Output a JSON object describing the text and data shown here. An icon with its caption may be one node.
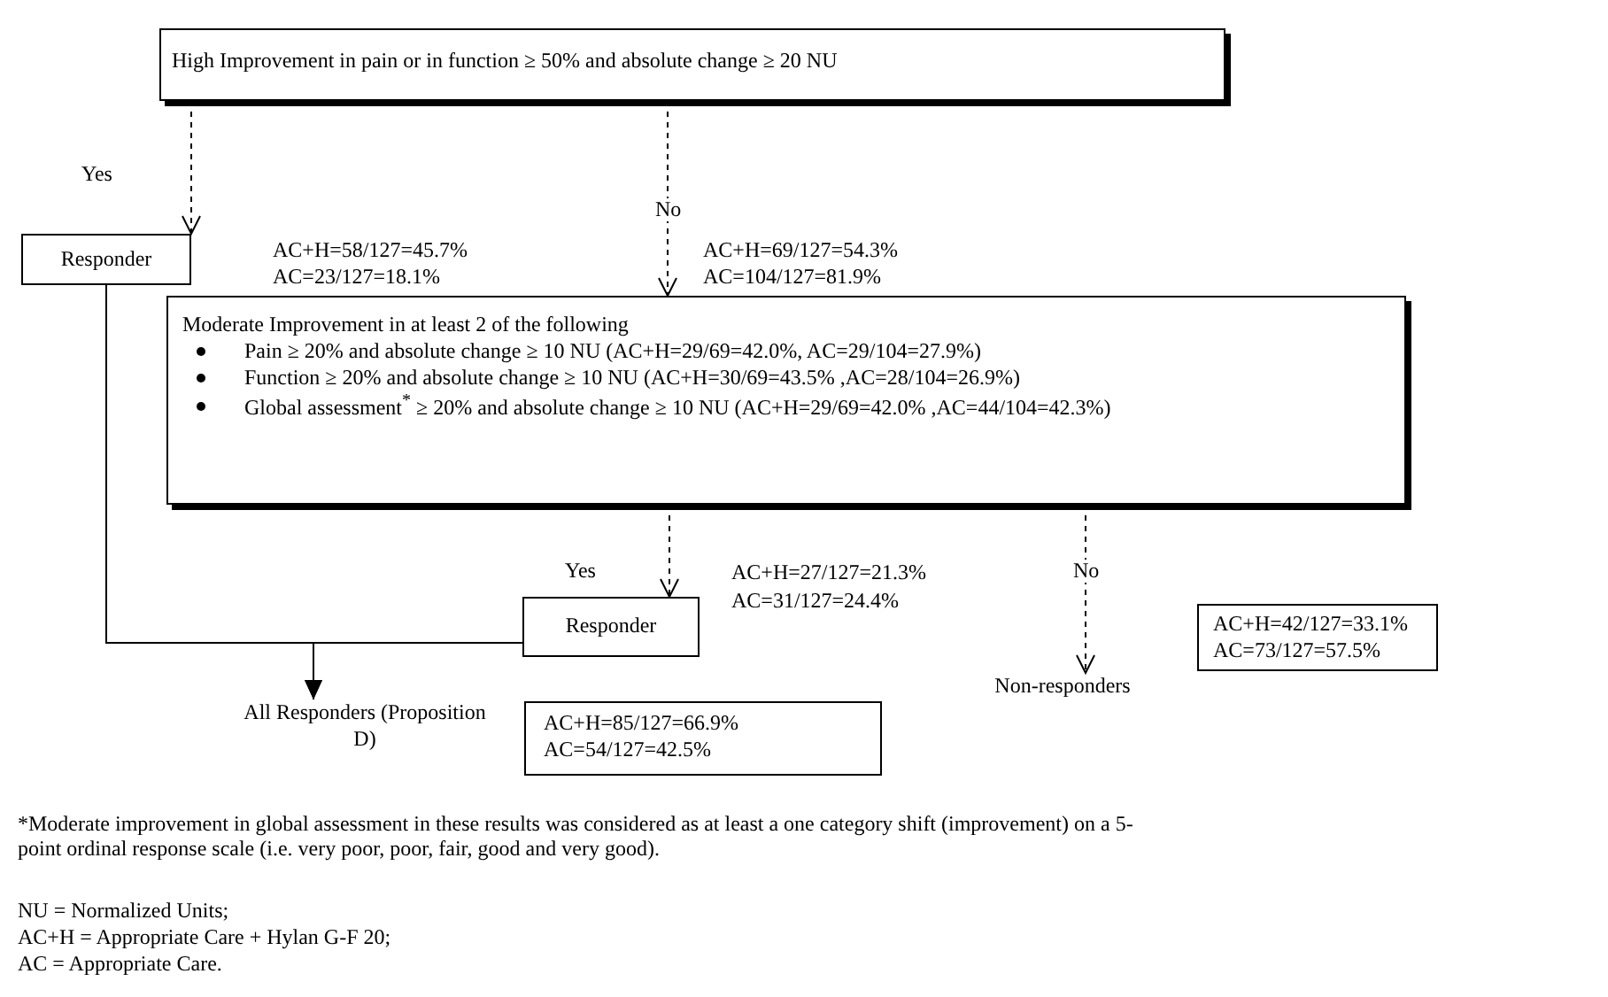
{
  "diagram": {
    "nodes": [
      {
        "text": [
          "High Improvement in pain or in function ≥ 50% and absolute change ≥ 20 NU"
        ]
      },
      {
        "text": [
          "Responder"
        ]
      },
      {
        "text": [
          "Moderate Improvement in at least 2 of the following",
          "Pain ≥ 20% and absolute change ≥ 10 NU (AC+H=29/69=42.0%, AC=29/104=27.9%)",
          "Function ≥ 20% and absolute change ≥ 10 NU (AC+H=30/69=43.5% ,AC=28/104=26.9%)",
          "Global assessment$^{*}$ ≥ 20% and absolute change ≥ 10 NU (AC+H=29/69=42.0% ,AC=44/104=42.3%)"
        ]
      },
      {
        "text": [
          "Responder"
        ]
      },
      {
        "text": [
          "Non-responders"
        ]
      },
      {
        "text": [
          "All Responders (Proposition D)"
        ]
      },
      {
        "text": [
          "AC+H=42/127=33.1%",
          "AC=73/127=57.5%"
        ]
      },
      {
        "text": [
          "AC+H=85/127=66.9%",
          "AC=54/127=42.5%"
        ]
      }
    ],
    "edges": [
      {
        "from": 0,
        "to": 1,
        "arrow": "to",
        "label": "Yes",
        "style": "dashed"
      },
      {
        "from": 0,
        "to": 2,
        "arrow": "to",
        "label": "No",
        "style": "dashed"
      },
      {
        "from": 2,
        "to": 3,
        "arrow": "to",
        "label": "Yes",
        "style": "dashed"
      },
      {
        "from": 2,
        "to": 4,
        "arrow": "to",
        "label": "No",
        "style": "dashed"
      },
      {
        "from": 1,
        "to": 5,
        "arrow": "to"
      },
      {
        "from": 3,
        "to": 5,
        "arrow": "to"
      }
    ],
    "labels": [
      "AC+H=58/127=45.7%",
      "AC=23/127=18.1%",
      "AC+H=69/127=54.3%",
      "AC=104/127=81.9%",
      "AC+H=27/127=21.3%",
      "AC=31/127=24.4%",
      "*Moderate improvement in global assessment in these results was considered as at least a one category shift (improvement) on a 5-point ordinal response scale (i.e. very poor, poor, fair, good and very good).",
      "NU = Normalized Units;",
      "AC+H = Appropriate Care + Hylan G-F 20;",
      "AC = Appropriate Care."
    ]
  }
}
